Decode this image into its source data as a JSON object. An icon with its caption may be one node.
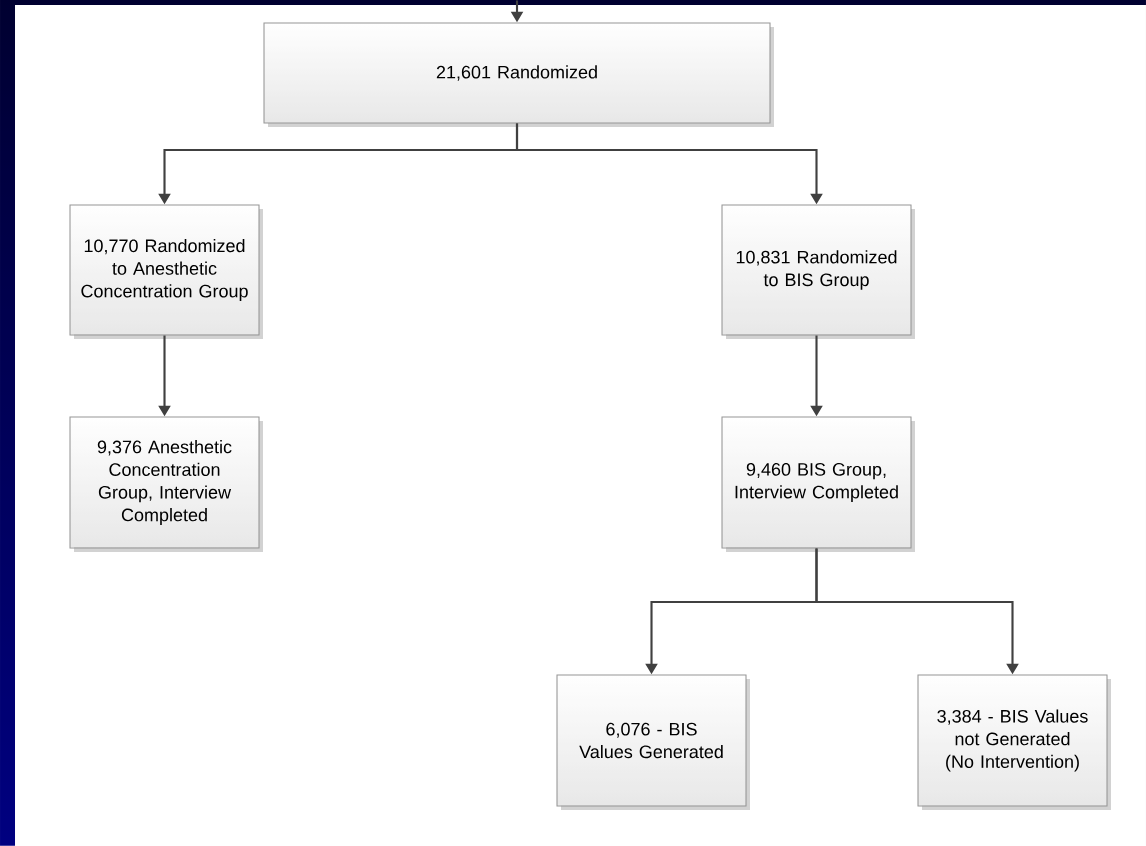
{
  "diagram": {
    "nodes": [
      {
        "text": [
          "21,601 Randomized"
        ]
      },
      {
        "text": [
          "10,770 Randomized to Anesthetic Concentration Group"
        ]
      },
      {
        "text": [
          "10,831 Randomized to BIS Group"
        ]
      },
      {
        "text": [
          "9,376 Anesthetic Concentration Group, Interview Completed"
        ]
      },
      {
        "text": [
          "9,460 BIS Group, Interview Completed"
        ]
      },
      {
        "text": [
          "6,076 - BIS Values Generated"
        ]
      },
      {
        "text": [
          "3,384 - BIS Values not Generated (No Intervention)"
        ]
      }
    ],
    "edges": [
      {
        "from": null,
        "to": 0,
        "arrow": "to"
      },
      {
        "from": 0,
        "to": 1,
        "arrow": "to"
      },
      {
        "from": 0,
        "to": 2,
        "arrow": "to"
      },
      {
        "from": 1,
        "to": 3,
        "arrow": "to"
      },
      {
        "from": 2,
        "to": 4,
        "arrow": "to"
      },
      {
        "from": 4,
        "to": 5,
        "arrow": "to"
      },
      {
        "from": 4,
        "to": 6,
        "arrow": "to"
      }
    ]
  }
}
